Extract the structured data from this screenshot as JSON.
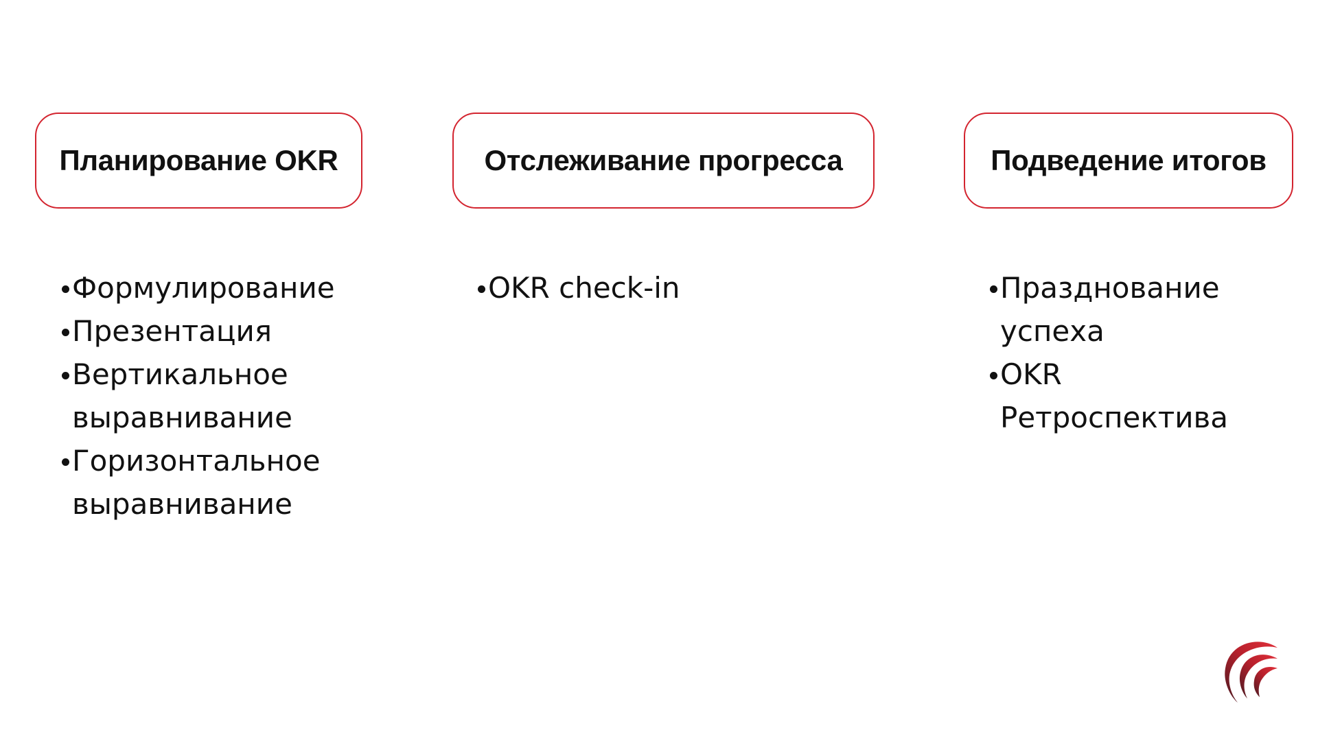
{
  "stages": [
    {
      "title": "Планирование OKR",
      "items": [
        "Формулирование",
        "Презентация",
        "Вертикальное выравнивание",
        "Горизонтальное выравнивание"
      ]
    },
    {
      "title": "Отслеживание прогресса",
      "items": [
        "OKR check-in"
      ]
    },
    {
      "title": "Подведение итогов",
      "items": [
        "Празднование успеха",
        "OKR Ретроспектива"
      ]
    }
  ],
  "colors": {
    "accent": "#d3242f",
    "accent_dark": "#5a1820",
    "text": "#111111"
  },
  "logo": {
    "icon": "arc-swoosh-logo-icon"
  }
}
